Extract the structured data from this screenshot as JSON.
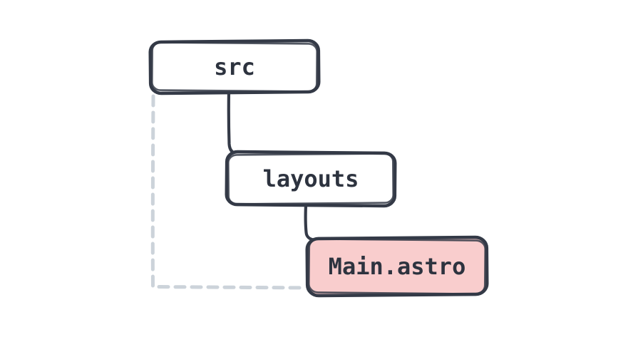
{
  "diagram": {
    "type": "tree",
    "background_color": "#ffffff",
    "stroke_color": "#343a47",
    "text_color": "#2d333f",
    "dashed_edge_color": "#ccd3da",
    "nodes": [
      {
        "id": "src",
        "label": "src",
        "fill_color": "#ffffff",
        "highlighted": false
      },
      {
        "id": "layouts",
        "label": "layouts",
        "fill_color": "#ffffff",
        "highlighted": false
      },
      {
        "id": "main-astro",
        "label": "Main.astro",
        "fill_color": "#f9cdcd",
        "highlighted": true
      }
    ],
    "edges": [
      {
        "from": "src",
        "to": "layouts",
        "style": "solid"
      },
      {
        "from": "layouts",
        "to": "main-astro",
        "style": "solid"
      },
      {
        "from": "src",
        "to": "main-astro",
        "style": "dashed"
      }
    ]
  }
}
